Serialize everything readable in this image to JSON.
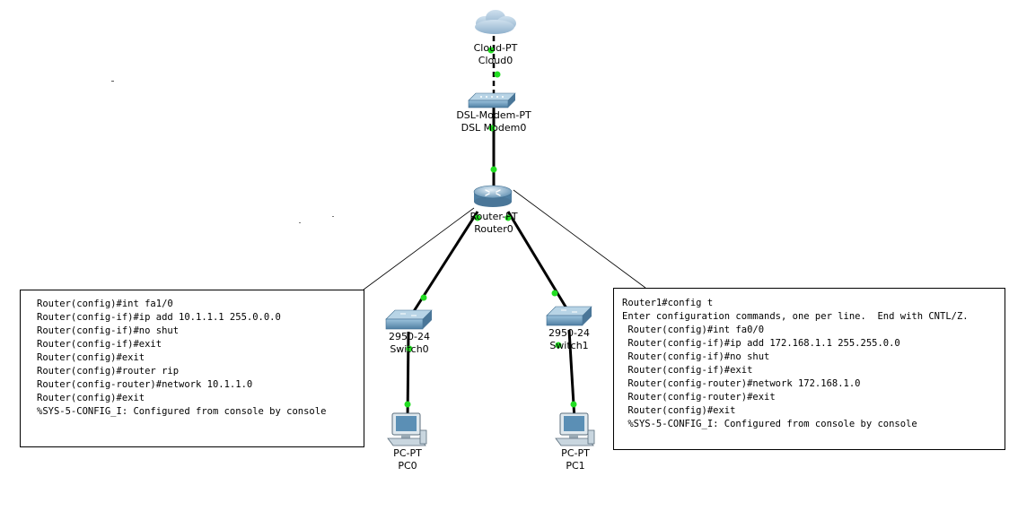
{
  "devices": {
    "cloud": {
      "type": "Cloud-PT",
      "name": "Cloud0"
    },
    "modem": {
      "type": "DSL-Modem-PT",
      "name": "DSL Modem0"
    },
    "router": {
      "type": "Router-PT",
      "name": "Router0"
    },
    "switch0": {
      "type": "2950-24",
      "name": "Switch0"
    },
    "switch1": {
      "type": "2950-24",
      "name": "Switch1"
    },
    "pc0": {
      "type": "PC-PT",
      "name": "PC0"
    },
    "pc1": {
      "type": "PC-PT",
      "name": "PC1"
    }
  },
  "colors": {
    "link": "#000000",
    "link_status": "#22dd22",
    "device_blue": "#5b8fb5"
  },
  "notes": {
    "left": [
      "Router(config)#int fa1/0",
      "Router(config-if)#ip add 10.1.1.1 255.0.0.0",
      "Router(config-if)#no shut",
      "Router(config-if)#exit",
      "Router(config)#exit",
      "Router(config)#router rip",
      "Router(config-router)#network 10.1.1.0",
      "Router(config)#exit",
      "%SYS-5-CONFIG_I: Configured from console by console"
    ],
    "right": [
      "Router1#config t",
      "Enter configuration commands, one per line.  End with CNTL/Z.",
      " Router(config)#int fa0/0",
      " Router(config-if)#ip add 172.168.1.1 255.255.0.0",
      " Router(config-if)#no shut",
      " Router(config-if)#exit",
      " Router(config-router)#network 172.168.1.0",
      " Router(config-router)#exit",
      " Router(config)#exit",
      " %SYS-5-CONFIG_I: Configured from console by console"
    ]
  }
}
